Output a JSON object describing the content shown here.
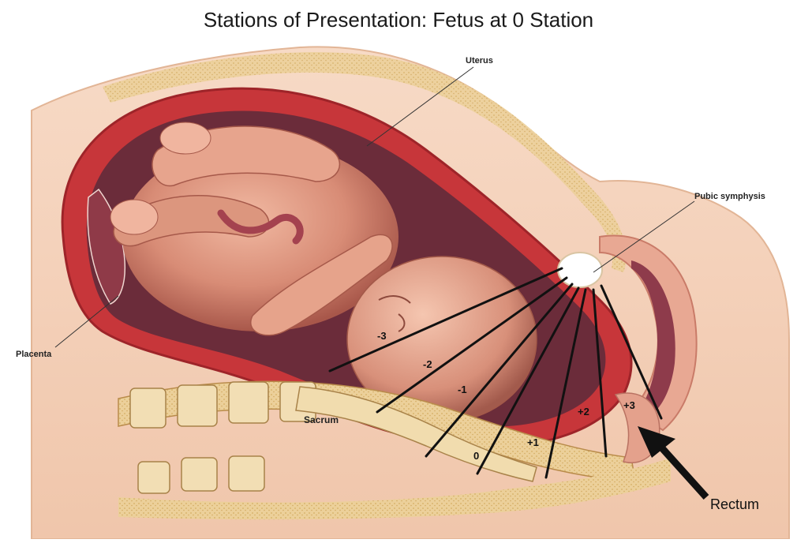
{
  "title": "Stations of Presentation: Fetus at 0 Station",
  "labels": {
    "uterus": "Uterus",
    "pubic_symphysis": "Pubic symphysis",
    "placenta": "Placenta",
    "sacrum": "Sacrum",
    "rectum": "Rectum"
  },
  "stations": [
    "-3",
    "-2",
    "-1",
    "0",
    "+1",
    "+2",
    "+3"
  ],
  "colors": {
    "skin": "#f3cdb3",
    "uterus_wall": "#c7363a",
    "amniotic_cavity": "#6b2c3a",
    "fetus": "#d98a74",
    "bone": "#e9c98a"
  }
}
